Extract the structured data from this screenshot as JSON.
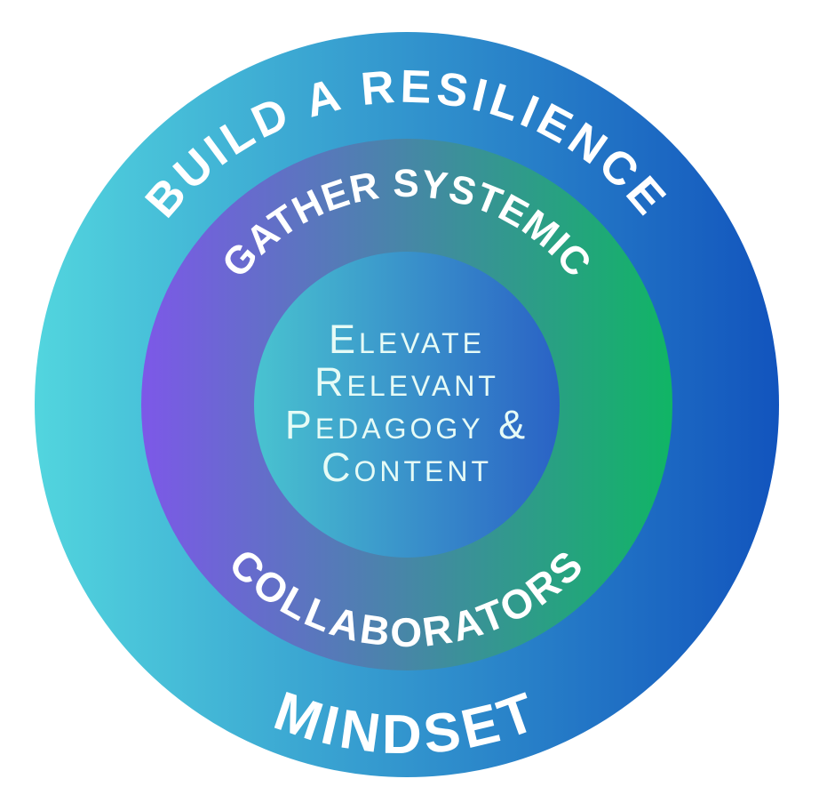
{
  "diagram": {
    "background": "#ffffff",
    "text_color": "#ffffff",
    "center_text_color": "#e6fbf6",
    "rings": {
      "outer": {
        "label_top": "BUILD A RESILIENCE",
        "label_bottom": "MINDSET",
        "gradient_left": "#52d5de",
        "gradient_right": "#1254bd"
      },
      "middle": {
        "label_top": "GATHER SYSTEMIC",
        "label_bottom": "COLLABORATORS",
        "gradient_left": "#7d58e8",
        "gradient_right": "#10b565"
      },
      "inner": {
        "lines": [
          "Elevate",
          "Relevant",
          "Pedagogy &",
          "Content"
        ],
        "gradient_left": "#49c3d0",
        "gradient_right": "#2a62c5"
      }
    }
  }
}
